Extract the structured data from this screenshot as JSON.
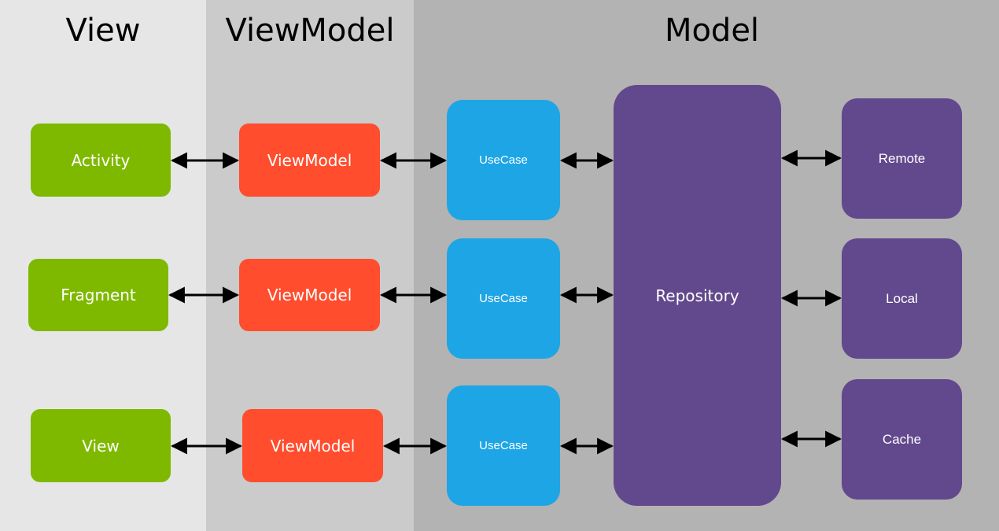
{
  "lanes": {
    "view": "View",
    "viewmodel": "ViewModel",
    "model": "Model"
  },
  "views": [
    "Activity",
    "Fragment",
    "View"
  ],
  "viewmodels": [
    "ViewModel",
    "ViewModel",
    "ViewModel"
  ],
  "usecases": [
    "UseCase",
    "UseCase",
    "UseCase"
  ],
  "repository": "Repository",
  "sources": [
    "Remote",
    "Local",
    "Cache"
  ],
  "colors": {
    "view": "#7eb900",
    "viewmodel": "#ff4d2e",
    "usecase": "#1ea5e6",
    "model": "#62488c"
  }
}
